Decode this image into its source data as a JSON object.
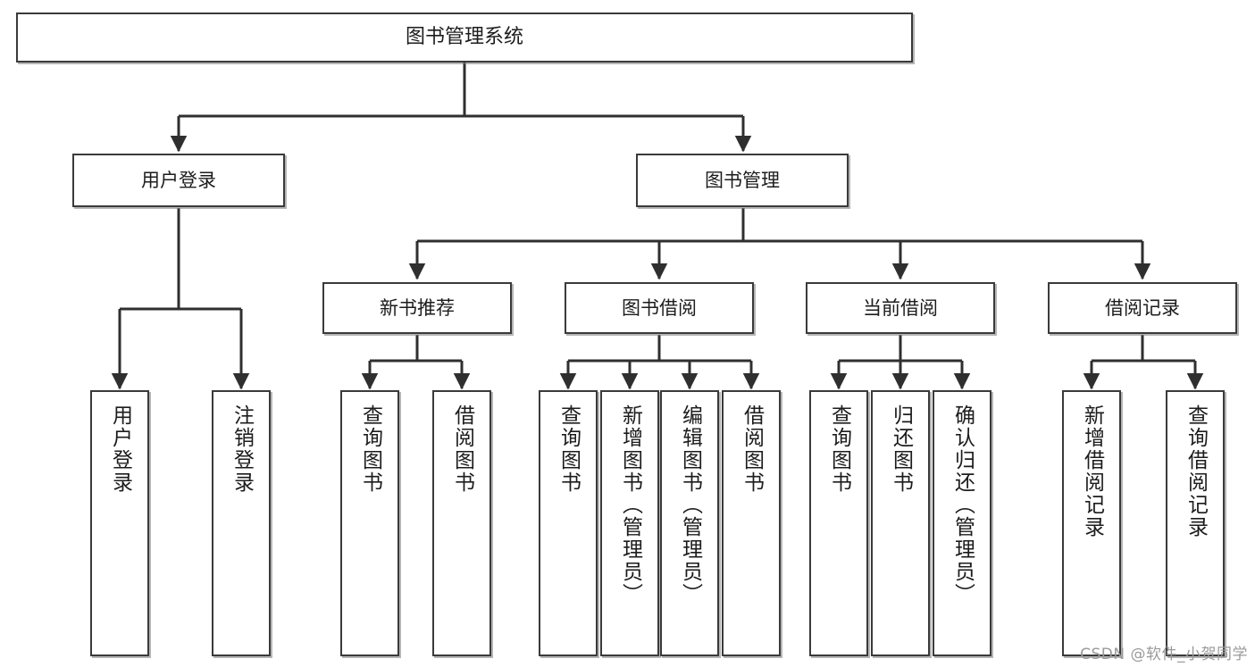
{
  "diagram": {
    "title": "图书管理系统",
    "watermark": "CSDN @软件_小贺同学",
    "colors": {
      "border": "#3a3a3a",
      "fill": "#ffffff",
      "text": "#1c1c1c",
      "edge": "#2f2f2f",
      "watermark": "#9a9a9a",
      "background": "#ffffff"
    },
    "root": {
      "label": "图书管理系统"
    },
    "level2": [
      {
        "label": "用户登录"
      },
      {
        "label": "图书管理"
      }
    ],
    "level3": [
      {
        "label": "新书推荐"
      },
      {
        "label": "图书借阅"
      },
      {
        "label": "当前借阅"
      },
      {
        "label": "借阅记录"
      }
    ],
    "leaves": {
      "user_login": [
        {
          "label": "用户登录"
        },
        {
          "label": "注销登录"
        }
      ],
      "new_book_recommend": [
        {
          "label": "查询图书"
        },
        {
          "label": "借阅图书"
        }
      ],
      "book_borrow": [
        {
          "label": "查询图书"
        },
        {
          "label": "新增图书（管理员）"
        },
        {
          "label": "编辑图书（管理员）"
        },
        {
          "label": "借阅图书"
        }
      ],
      "current_borrow": [
        {
          "label": "查询图书"
        },
        {
          "label": "归还图书"
        },
        {
          "label": "确认归还（管理员）"
        }
      ],
      "borrow_record": [
        {
          "label": "新增借阅记录"
        },
        {
          "label": "查询借阅记录"
        }
      ]
    }
  }
}
